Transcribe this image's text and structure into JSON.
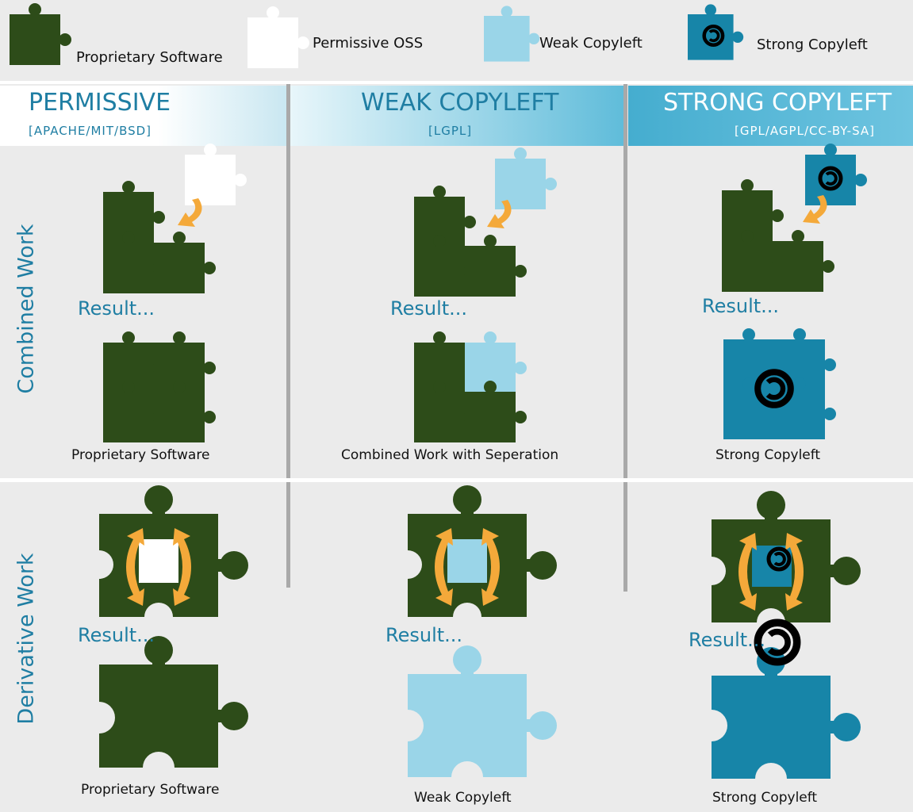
{
  "legend": {
    "proprietary": "Proprietary Software",
    "permissive": "Permissive OSS",
    "weak": "Weak Copyleft",
    "strong": "Strong Copyleft"
  },
  "columns": [
    {
      "title": "PERMISSIVE",
      "subtitle": "[APACHE/MIT/BSD]"
    },
    {
      "title": "WEAK COPYLEFT",
      "subtitle": "[LGPL]"
    },
    {
      "title": "STRONG COPYLEFT",
      "subtitle": "[GPL/AGPL/CC-BY-SA]"
    }
  ],
  "rows": {
    "combined": "Combined Work",
    "derivative": "Derivative Work"
  },
  "result_text": "Result...",
  "combined_captions": [
    "Proprietary Software",
    "Combined Work with Seperation",
    "Strong Copyleft"
  ],
  "derivative_captions": [
    "Proprietary Software",
    "Weak Copyleft",
    "Strong Copyleft"
  ],
  "colors": {
    "proprietary": "#2d4c19",
    "permissive": "#ffffff",
    "weak": "#9ad5e8",
    "strong": "#1785a8",
    "arrow": "#f4a93a",
    "text_blue": "#1f7ea3",
    "background": "#ebebeb"
  },
  "icons": [
    "puzzle-piece-icon",
    "copyleft-icon",
    "curved-arrow-icon",
    "expand-arrows-icon"
  ]
}
